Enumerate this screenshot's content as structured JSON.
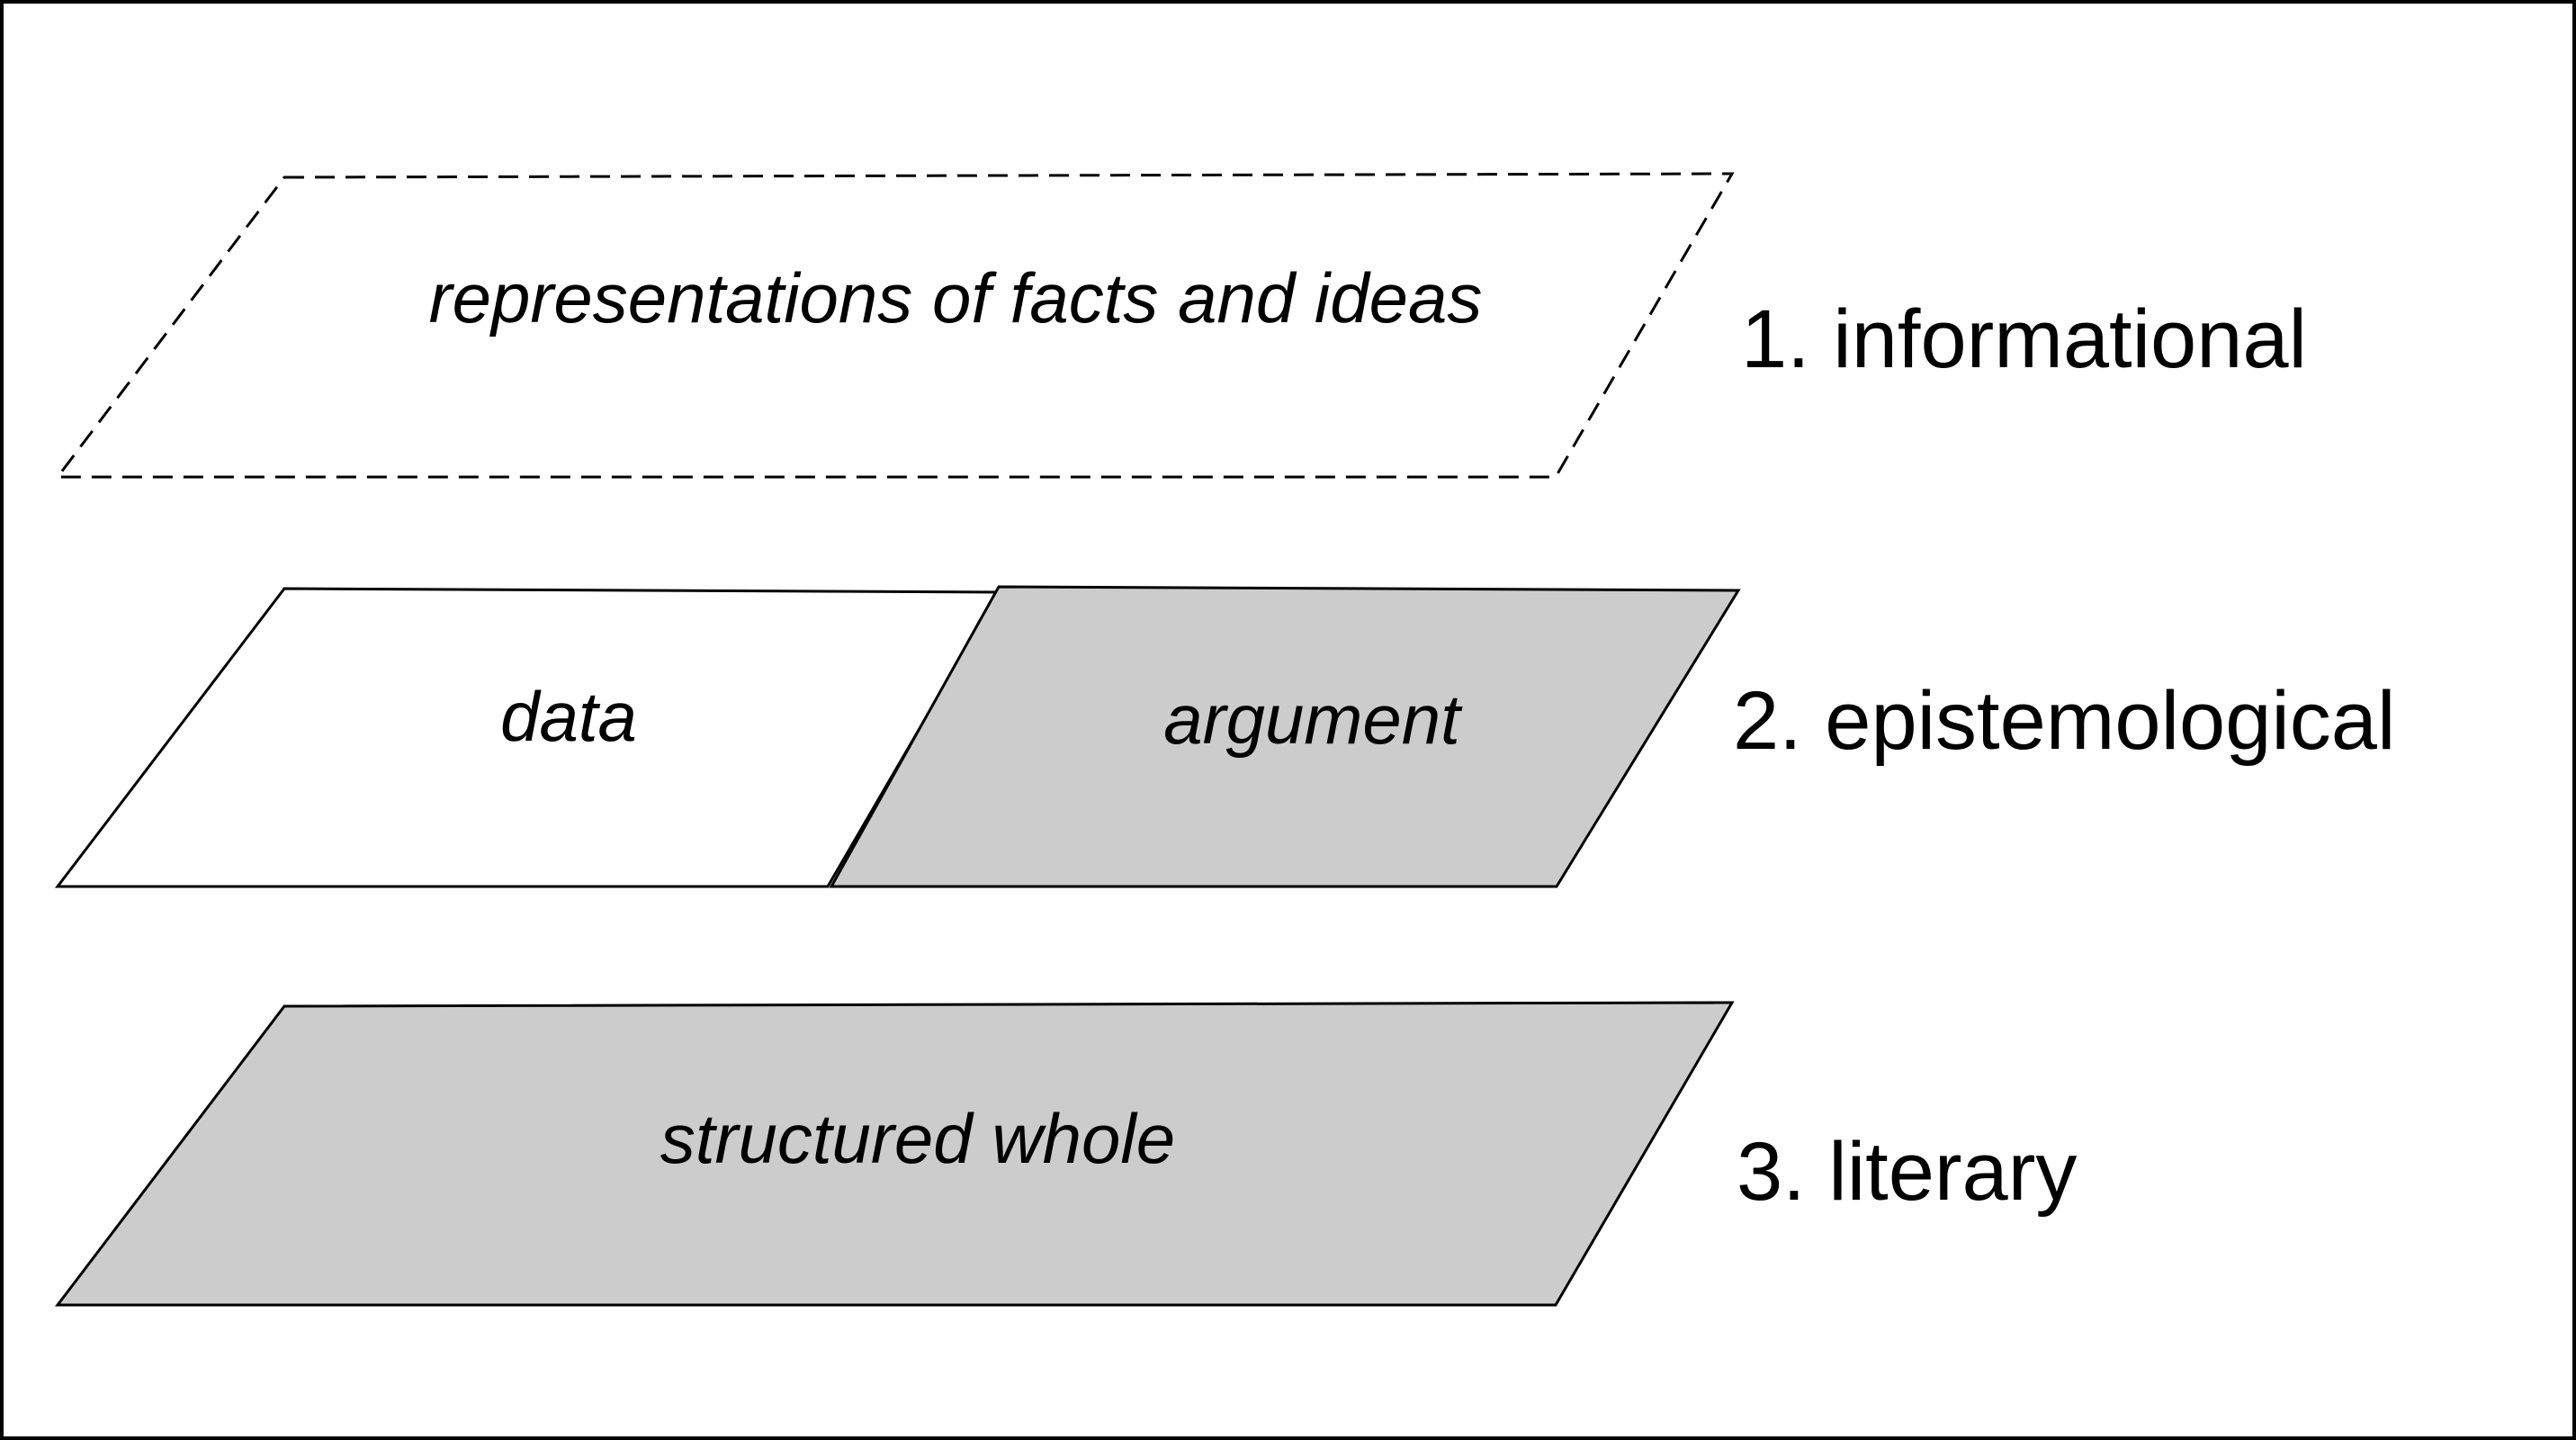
{
  "diagram": {
    "layer1": {
      "content": "representations of facts and ideas",
      "label": "1. informational"
    },
    "layer2": {
      "left_content": "data",
      "right_content": "argument",
      "label": "2. epistemological"
    },
    "layer3": {
      "content": "structured whole",
      "label": "3. literary"
    }
  },
  "colors": {
    "fill_gray": "#cccccc",
    "fill_white": "#ffffff",
    "stroke": "#000000"
  }
}
